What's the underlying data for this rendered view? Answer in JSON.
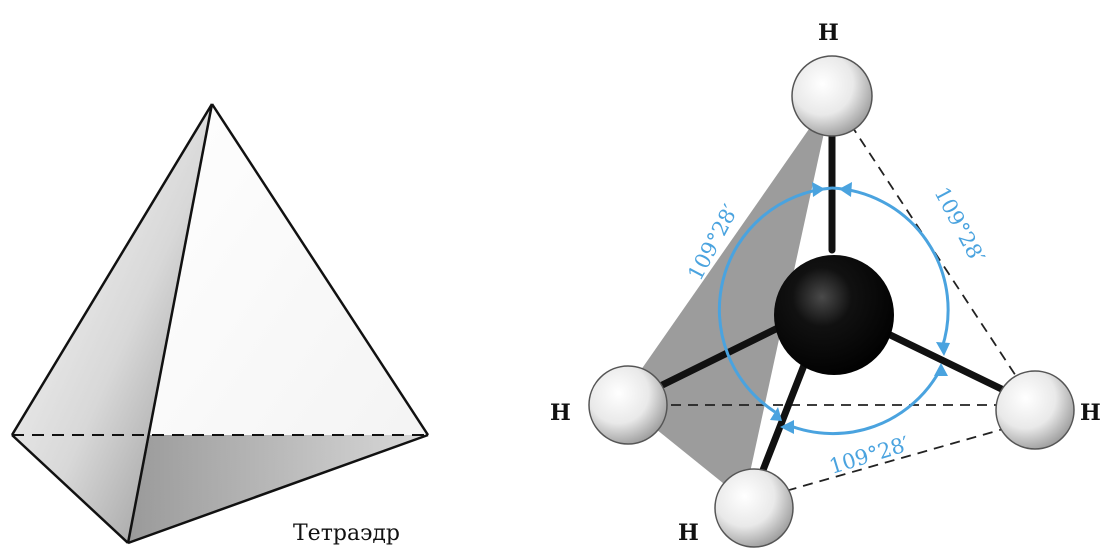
{
  "tetrahedron": {
    "caption": "Тетраэдр"
  },
  "molecule": {
    "atom_labels": {
      "top": "H",
      "left": "H",
      "right": "H",
      "bottom": "H"
    },
    "angle_labels": {
      "left": "109°28′",
      "right": "109°28′",
      "bottom": "109°28′"
    }
  },
  "colors": {
    "angle_arc": "#4aa3df",
    "carbon": "#0d0d0d",
    "hydrogen": "#f4f4f4",
    "shaded_face": "#9c9c9c"
  }
}
